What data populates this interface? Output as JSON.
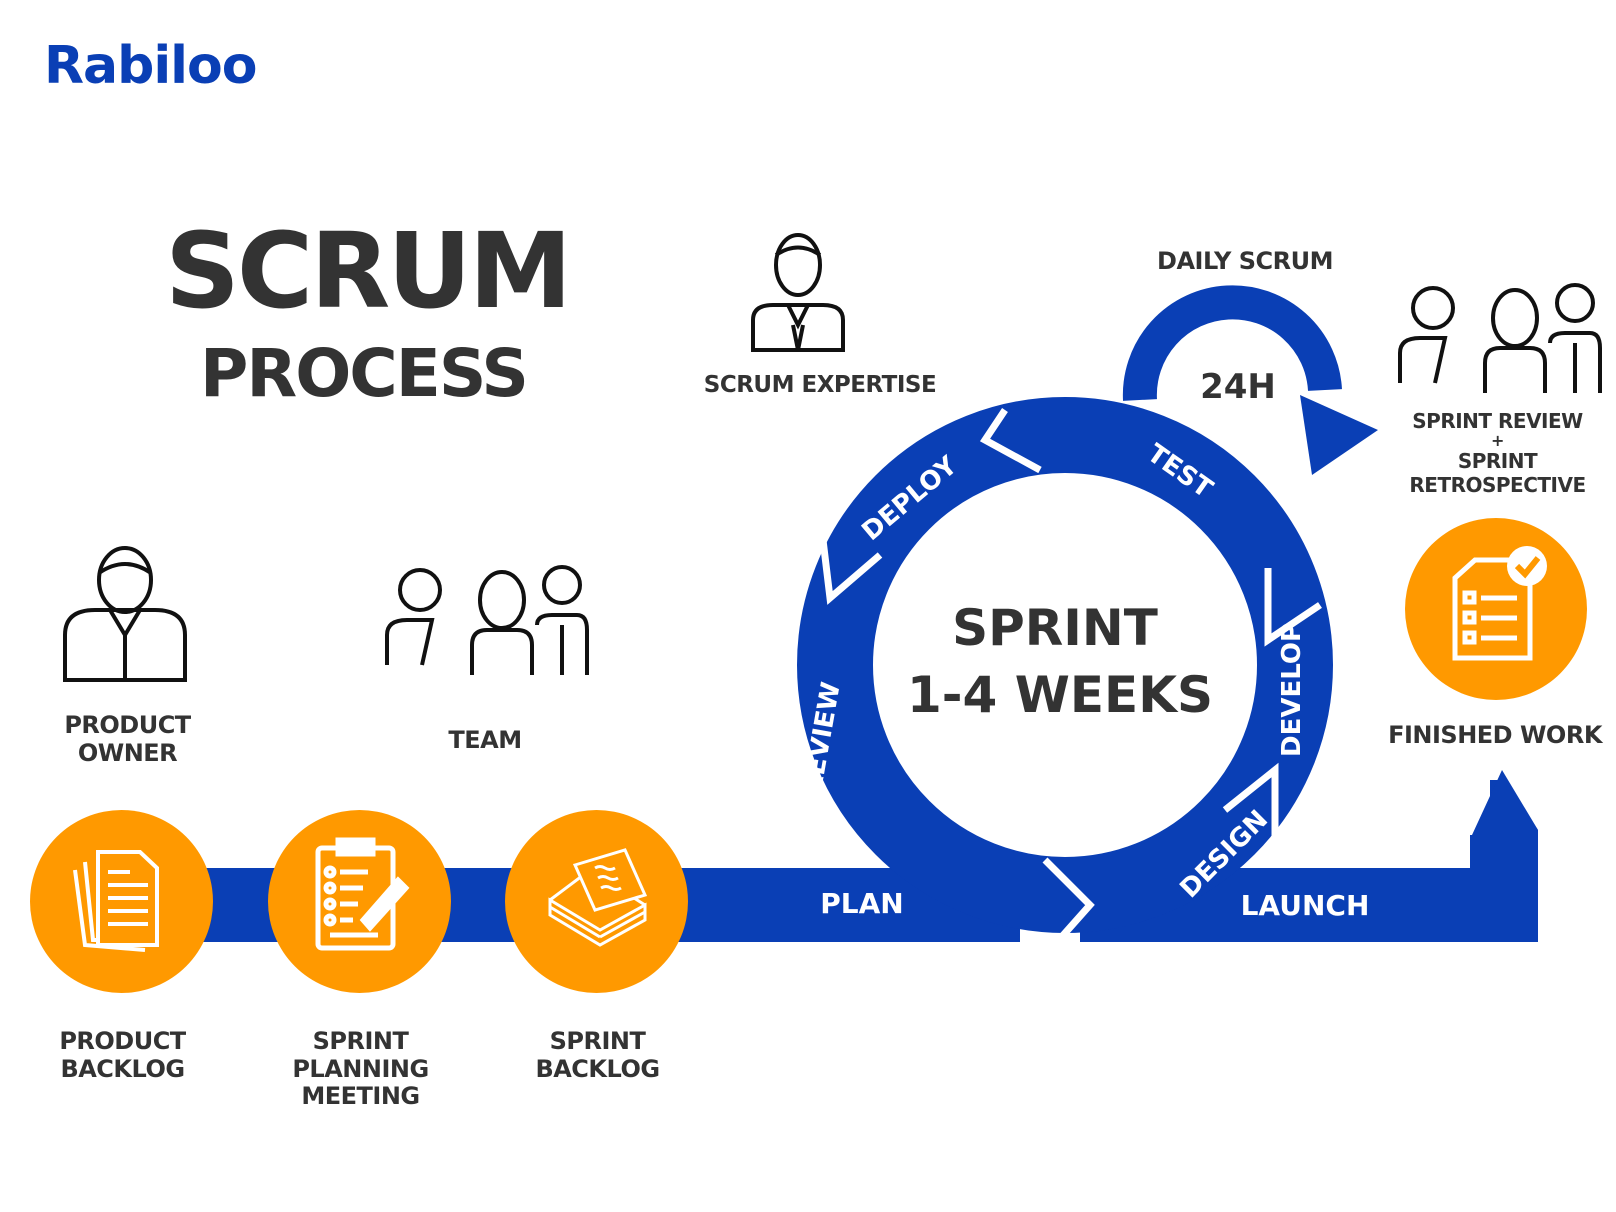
{
  "brand": {
    "logo_text": "Rabiloo",
    "accent": "#ff9900",
    "primary": "#0a3fb5"
  },
  "title": {
    "line1": "SCRUM",
    "line2": "PROCESS"
  },
  "roles": {
    "product_owner": {
      "label_line1": "PRODUCT",
      "label_line2": "OWNER",
      "icon": "person-icon"
    },
    "team": {
      "label": "TEAM",
      "icon": "group-icon"
    },
    "scrum_expertise": {
      "label": "SCRUM EXPERTISE",
      "icon": "person-tie-icon"
    }
  },
  "daily_scrum": {
    "label": "DAILY SCRUM",
    "cycle": "24H"
  },
  "review": {
    "line1": "SPRINT REVIEW",
    "line2": "+",
    "line3": "SPRINT",
    "line4": "RETROSPECTIVE",
    "icon": "group-icon"
  },
  "finished": {
    "label": "FINISHED WORK",
    "icon": "checklist-check-icon"
  },
  "sprint": {
    "line1": "SPRINT",
    "line2": "1-4 WEEKS"
  },
  "cycle_stages": [
    "DEPLOY",
    "TEST",
    "DEVELOP",
    "DESIGN",
    "REVIEW"
  ],
  "flow_labels": {
    "plan": "PLAN",
    "launch": "LAUNCH"
  },
  "artifacts": [
    {
      "line1": "PRODUCT",
      "line2": "BACKLOG",
      "line3": "",
      "icon": "documents-icon"
    },
    {
      "line1": "SPRINT",
      "line2": "PLANNING",
      "line3": "MEETING",
      "icon": "clipboard-pencil-icon"
    },
    {
      "line1": "SPRINT",
      "line2": "BACKLOG",
      "line3": "",
      "icon": "paper-stack-icon"
    }
  ]
}
